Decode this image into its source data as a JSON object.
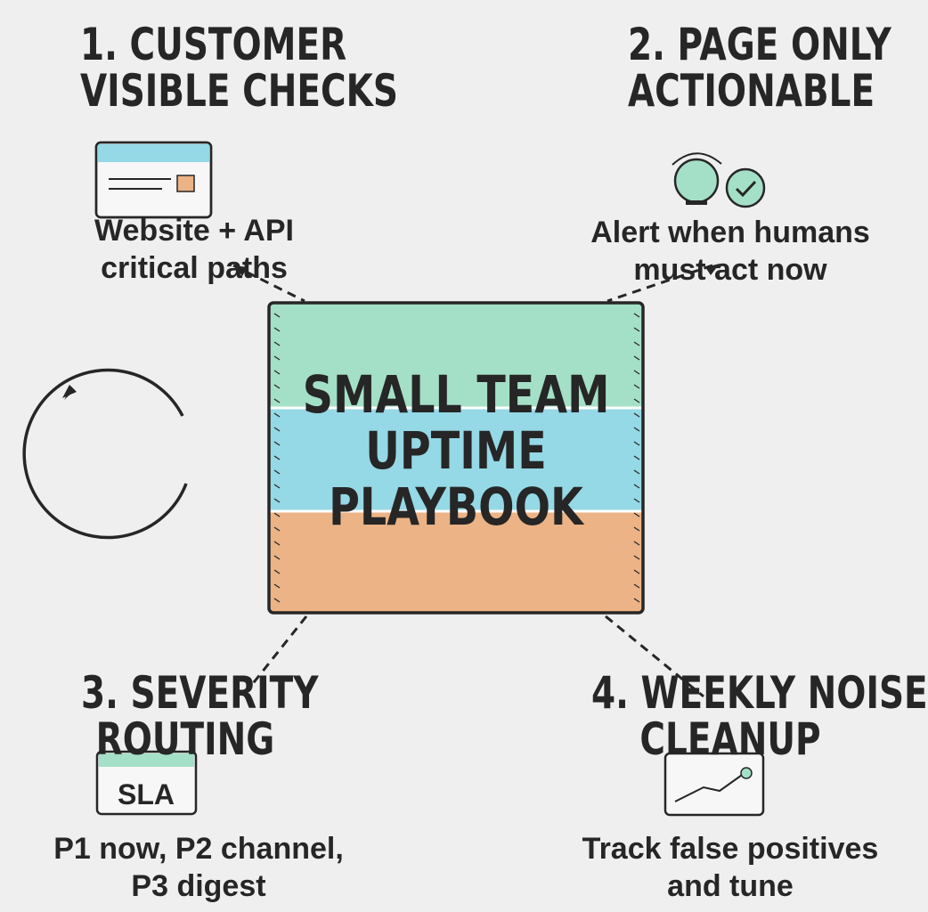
{
  "title": {
    "line1": "SMALL TEAM",
    "line2": "UPTIME",
    "line3": "PLAYBOOK"
  },
  "colors": {
    "background": "#efefef",
    "green": "#a4e0c7",
    "blue": "#95d8e6",
    "orange": "#ebb386",
    "ink": "#262626"
  },
  "steps": [
    {
      "heading1": "1. CUSTOMER",
      "heading2": "VISIBLE CHECKS",
      "desc1": "Website + API",
      "desc2": "critical paths",
      "icon": "browser-window-icon"
    },
    {
      "heading1": "2. PAGE ONLY",
      "heading2": "ACTIONABLE",
      "desc1": "Alert when humans",
      "desc2": "must act now",
      "icon": "alarm-bell-check-icon"
    },
    {
      "heading1": "3. SEVERITY",
      "heading2": "ROUTING",
      "desc1": "P1 now, P2 channel,",
      "desc2": "P3 digest",
      "icon": "sla-card-icon",
      "icon_label": "SLA"
    },
    {
      "heading1": "4. WEEKLY NOISE",
      "heading2": "CLEANUP",
      "desc1": "Track false positives",
      "desc2": "and tune",
      "icon": "trend-chart-icon"
    }
  ],
  "cycle_icon": "cycle-arrow-icon"
}
